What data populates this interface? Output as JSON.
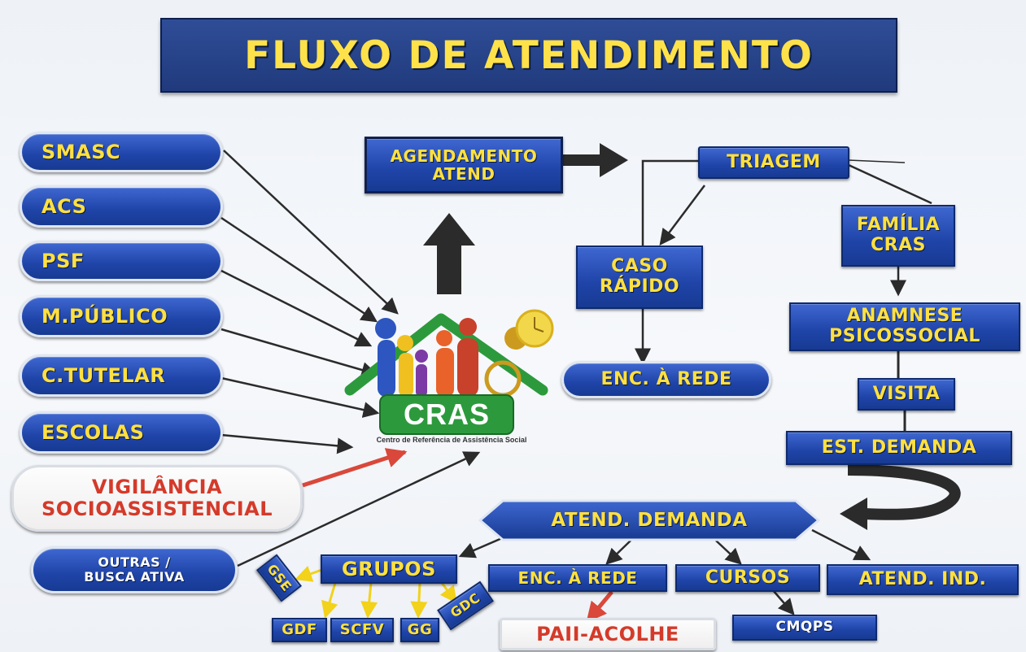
{
  "title": "FLUXO DE ATENDIMENTO",
  "sources": [
    {
      "id": "smasc",
      "label": "SMASC"
    },
    {
      "id": "acs",
      "label": "ACS"
    },
    {
      "id": "psf",
      "label": "PSF"
    },
    {
      "id": "mpublico",
      "label": "M.PÚBLICO"
    },
    {
      "id": "ctutelar",
      "label": "C.TUTELAR"
    },
    {
      "id": "escolas",
      "label": "ESCOLAS"
    }
  ],
  "vigilancia": "VIGILÂNCIA\nSOCIOASSISTENCIAL",
  "outras": "OUTRAS /\nBUSCA ATIVA",
  "cras": {
    "label": "CRAS",
    "subtitle": "Centro de Referência de Assistência Social"
  },
  "agendamento": "AGENDAMENTO\nATEND",
  "triagem": "TRIAGEM",
  "caso_rapido": "CASO\nRÁPIDO",
  "enc_rede_top": "ENC. À REDE",
  "familia_cras": "FAMÍLIA\nCRAS",
  "anamnese": "ANAMNESE\nPSICOSSOCIAL",
  "visita": "VISITA",
  "est_demanda": "EST. DEMANDA",
  "atend_demanda": "ATEND. DEMANDA",
  "grupos": "GRUPOS",
  "enc_rede_bottom": "ENC. À REDE",
  "cursos": "CURSOS",
  "atend_ind": "ATEND. IND.",
  "gse": "GSE",
  "gdf": "GDF",
  "scfv": "SCFV",
  "gg": "GG",
  "gdc": "GDC",
  "paii": "PAII-ACOLHE",
  "cmqps": "CMQPS",
  "colors": {
    "node_blue": "#2a52be",
    "node_text": "#ffe040",
    "arrow": "#2b2b2b",
    "red_arrow": "#d9483a",
    "yellow_arrow": "#f2d21a",
    "cras_green": "#2c9a3c"
  }
}
